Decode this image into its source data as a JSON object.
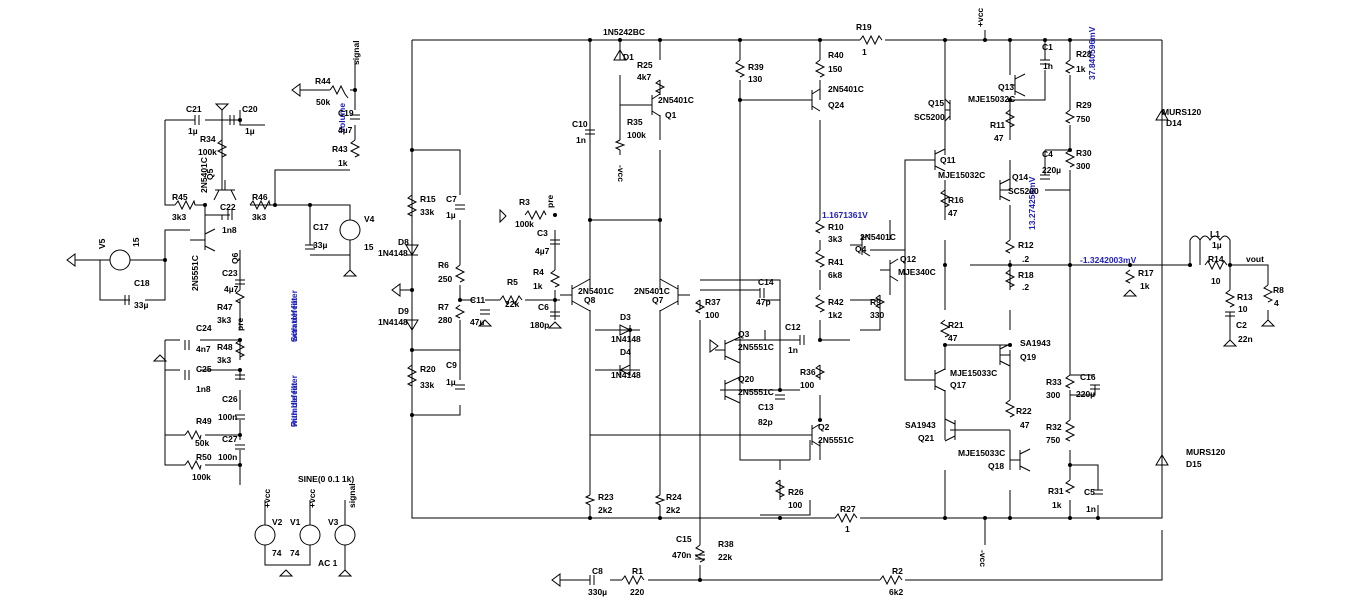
{
  "nodes": {
    "vcc": "+vcc",
    "vee": "-vcc",
    "signal": "signal",
    "pre": "pre",
    "vout": "vout"
  },
  "components": {
    "R1": {
      "name": "R1",
      "value": "220"
    },
    "R2": {
      "name": "R2",
      "value": "6k2"
    },
    "R3": {
      "name": "R3",
      "value": "100k"
    },
    "R4": {
      "name": "R4",
      "value": "1k"
    },
    "R5": {
      "name": "R5",
      "value": "22k"
    },
    "R6": {
      "name": "R6",
      "value": "250"
    },
    "R7": {
      "name": "R7",
      "value": "280"
    },
    "R8": {
      "name": "R8",
      "value": "4"
    },
    "R9": {
      "name": "R9",
      "value": "330"
    },
    "R10": {
      "name": "R10",
      "value": "3k3"
    },
    "R11": {
      "name": "R11",
      "value": "47"
    },
    "R12": {
      "name": "R12",
      "value": ".2"
    },
    "R13": {
      "name": "R13",
      "value": "10"
    },
    "R14": {
      "name": "R14",
      "value": "10"
    },
    "R15": {
      "name": "R15",
      "value": "33k"
    },
    "R16": {
      "name": "R16",
      "value": "47"
    },
    "R17": {
      "name": "R17",
      "value": "1k"
    },
    "R18": {
      "name": "R18",
      "value": ".2"
    },
    "R19": {
      "name": "R19",
      "value": "1"
    },
    "R20": {
      "name": "R20",
      "value": "33k"
    },
    "R21": {
      "name": "R21",
      "value": "47"
    },
    "R22": {
      "name": "R22",
      "value": "47"
    },
    "R23": {
      "name": "R23",
      "value": "2k2"
    },
    "R24": {
      "name": "R24",
      "value": "2k2"
    },
    "R25": {
      "name": "R25",
      "value": "4k7"
    },
    "R26": {
      "name": "R26",
      "value": "100"
    },
    "R27": {
      "name": "R27",
      "value": "1"
    },
    "R28": {
      "name": "R28",
      "value": "1k"
    },
    "R29": {
      "name": "R29",
      "value": "750"
    },
    "R30": {
      "name": "R30",
      "value": "300"
    },
    "R31": {
      "name": "R31",
      "value": "1k"
    },
    "R32": {
      "name": "R32",
      "value": "750"
    },
    "R33": {
      "name": "R33",
      "value": "300"
    },
    "R34": {
      "name": "R34",
      "value": "100k"
    },
    "R35": {
      "name": "R35",
      "value": "100k"
    },
    "R36": {
      "name": "R36",
      "value": "100"
    },
    "R37": {
      "name": "R37",
      "value": "100"
    },
    "R38": {
      "name": "R38",
      "value": "22k"
    },
    "R39": {
      "name": "R39",
      "value": "130"
    },
    "R40": {
      "name": "R40",
      "value": "150"
    },
    "R41": {
      "name": "R41",
      "value": "6k8"
    },
    "R42": {
      "name": "R42",
      "value": "1k2"
    },
    "R43": {
      "name": "R43",
      "value": "1k"
    },
    "R44": {
      "name": "R44",
      "value": "50k"
    },
    "R45": {
      "name": "R45",
      "value": "3k3"
    },
    "R46": {
      "name": "R46",
      "value": "3k3"
    },
    "R47": {
      "name": "R47",
      "value": "3k3"
    },
    "R48": {
      "name": "R48",
      "value": "3k3"
    },
    "R49": {
      "name": "R49",
      "value": "50k"
    },
    "R50": {
      "name": "R50",
      "value": "100k"
    },
    "C1": {
      "name": "C1",
      "value": "1n"
    },
    "C2": {
      "name": "C2",
      "value": "22n"
    },
    "C3": {
      "name": "C3",
      "value": "4µ7"
    },
    "C4": {
      "name": "C4",
      "value": "220µ"
    },
    "C5": {
      "name": "C5",
      "value": "1n"
    },
    "C6": {
      "name": "C6",
      "value": "180p"
    },
    "C7": {
      "name": "C7",
      "value": "1µ"
    },
    "C8": {
      "name": "C8",
      "value": "330µ"
    },
    "C9": {
      "name": "C9",
      "value": "1µ"
    },
    "C10": {
      "name": "C10",
      "value": "1n"
    },
    "C11": {
      "name": "C11",
      "value": "47µ"
    },
    "C12": {
      "name": "C12",
      "value": "1n"
    },
    "C13": {
      "name": "C13",
      "value": "82p"
    },
    "C14": {
      "name": "C14",
      "value": "47p"
    },
    "C15": {
      "name": "C15",
      "value": "470n"
    },
    "C16": {
      "name": "C16",
      "value": "220µ"
    },
    "C17": {
      "name": "C17",
      "value": "33µ"
    },
    "C18": {
      "name": "C18",
      "value": "33µ"
    },
    "C19": {
      "name": "C19",
      "value": "4µ7"
    },
    "C20": {
      "name": "C20",
      "value": "1µ"
    },
    "C21": {
      "name": "C21",
      "value": "1µ"
    },
    "C22": {
      "name": "C22",
      "value": "1n8"
    },
    "C23": {
      "name": "C23",
      "value": "4µ7"
    },
    "C24": {
      "name": "C24",
      "value": "4n7"
    },
    "C25": {
      "name": "C25",
      "value": "1n8"
    },
    "C26": {
      "name": "C26",
      "value": "100n"
    },
    "C27": {
      "name": "C27",
      "value": "100n"
    },
    "L1": {
      "name": "L1",
      "value": "1µ"
    },
    "D1": {
      "name": "D1",
      "value": "1N5242BC"
    },
    "D3": {
      "name": "D3",
      "value": "1N4148"
    },
    "D4": {
      "name": "D4",
      "value": "1N4148"
    },
    "D8": {
      "name": "D8",
      "value": "1N4148"
    },
    "D9": {
      "name": "D9",
      "value": "1N4148"
    },
    "D14": {
      "name": "D14",
      "value": "MURS120"
    },
    "D15": {
      "name": "D15",
      "value": "MURS120"
    },
    "Q1": {
      "name": "Q1",
      "value": "2N5401C"
    },
    "Q2": {
      "name": "Q2",
      "value": "2N5551C"
    },
    "Q3": {
      "name": "Q3",
      "value": "2N5551C"
    },
    "Q4": {
      "name": "Q4",
      "value": "2N5401C"
    },
    "Q5": {
      "name": "Q5",
      "value": "2N5401C"
    },
    "Q6": {
      "name": "Q6",
      "value": "2N5551C"
    },
    "Q7": {
      "name": "Q7",
      "value": "2N5401C"
    },
    "Q8": {
      "name": "Q8",
      "value": "2N5401C"
    },
    "Q11": {
      "name": "Q11",
      "value": "MJE15032C"
    },
    "Q12": {
      "name": "Q12",
      "value": "MJE340C"
    },
    "Q13": {
      "name": "Q13",
      "value": "MJE15032C"
    },
    "Q14": {
      "name": "Q14",
      "value": "SC5200"
    },
    "Q15": {
      "name": "Q15",
      "value": "SC5200"
    },
    "Q17": {
      "name": "Q17",
      "value": "MJE15033C"
    },
    "Q18": {
      "name": "Q18",
      "value": "MJE15033C"
    },
    "Q19": {
      "name": "Q19",
      "value": "SA1943"
    },
    "Q20": {
      "name": "Q20",
      "value": "2N5551C"
    },
    "Q21": {
      "name": "Q21",
      "value": "SA1943"
    },
    "Q24": {
      "name": "Q24",
      "value": "2N5401C"
    },
    "V1": {
      "name": "V1",
      "value": "74"
    },
    "V2": {
      "name": "V2",
      "value": "74"
    },
    "V3": {
      "name": "V3",
      "value": "AC 1"
    },
    "V4": {
      "name": "V4",
      "value": "15"
    },
    "V5": {
      "name": "V5",
      "value": "15"
    }
  },
  "annotations": {
    "sine": "SINE(0 0.1 1k)",
    "volume": "Volume",
    "scratch_1": "Scratch filter",
    "scratch_2": "with defeat",
    "rumble_1": "Rumble filter",
    "rumble_2": "with defeat",
    "volt_q4": "1.1671361V",
    "volt_out": "-1.3242003mV",
    "volt_r12": "13.274258mV",
    "volt_r29": "37.840596mV"
  }
}
